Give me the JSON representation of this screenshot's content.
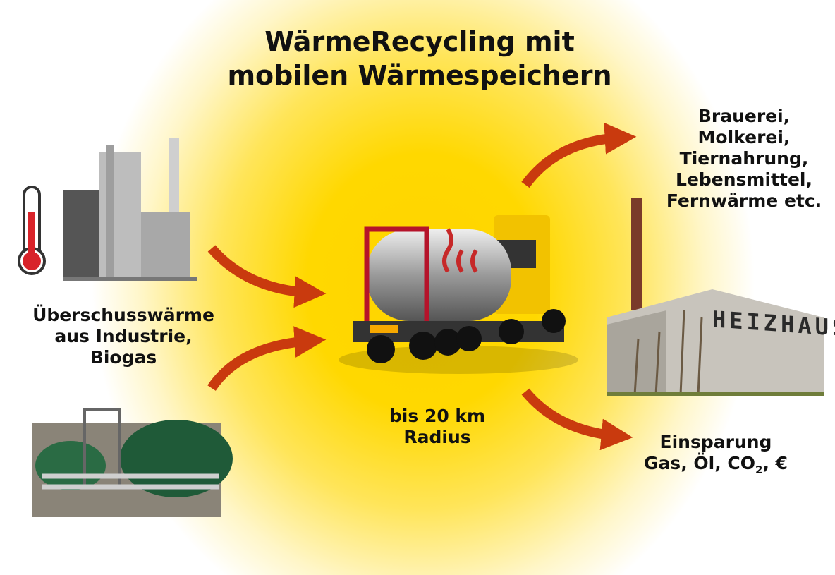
{
  "title": {
    "line1": "WärmeRecycling mit",
    "line2": "mobilen Wärmespeichern"
  },
  "source": {
    "line1": "Überschusswärme",
    "line2": "aus Industrie,",
    "line3": "Biogas"
  },
  "transport": {
    "line1": "bis 20 km",
    "line2": "Radius"
  },
  "consumers": {
    "lines": [
      "Brauerei,",
      "Molkerei,",
      "Tiernahrung,",
      "Lebensmittel,",
      "Fernwärme etc."
    ]
  },
  "savings": {
    "line1": "Einsparung",
    "line2_pre": "Gas, Öl, CO",
    "line2_sub": "2",
    "line2_post": ", €"
  },
  "building_sign": "HEIZHAUS",
  "colors": {
    "arrow": "#c93a0e",
    "glow": "#ffd400",
    "tank_red": "#b5132a",
    "truck_yellow": "#f2c200"
  }
}
